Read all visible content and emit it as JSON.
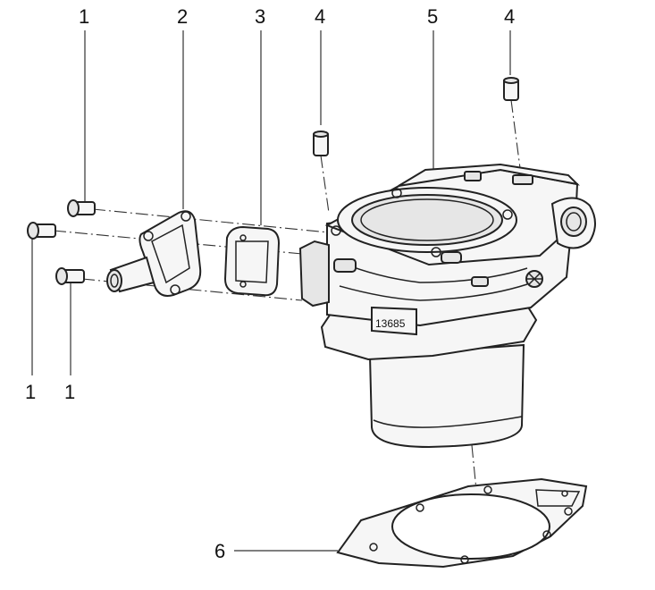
{
  "callouts": [
    {
      "id": "1",
      "text": "1"
    },
    {
      "id": "2",
      "text": "2"
    },
    {
      "id": "3",
      "text": "3"
    },
    {
      "id": "4",
      "text": "4"
    },
    {
      "id": "5",
      "text": "5"
    },
    {
      "id": "4b",
      "text": "4"
    },
    {
      "id": "1b",
      "text": "1"
    },
    {
      "id": "1c",
      "text": "1"
    },
    {
      "id": "6",
      "text": "6"
    }
  ],
  "cylinder_marking": "13685"
}
